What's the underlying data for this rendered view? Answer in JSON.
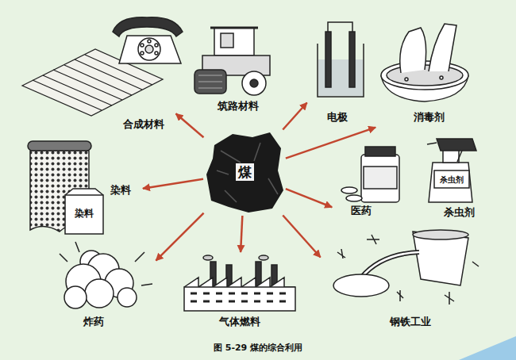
{
  "diagram": {
    "caption": "图 5-29 煤的综合利用",
    "nodes": [
      {
        "text": [
          "煤"
        ]
      },
      {
        "text": [
          "合成材料"
        ]
      },
      {
        "text": [
          "筑路材料"
        ]
      },
      {
        "text": [
          "电极"
        ]
      },
      {
        "text": [
          "消毒剂"
        ]
      },
      {
        "text": [
          "染料"
        ]
      },
      {
        "text": [
          "医药"
        ]
      },
      {
        "text": [
          "杀虫剂"
        ]
      },
      {
        "text": [
          "炸药"
        ]
      },
      {
        "text": [
          "气体燃料"
        ]
      },
      {
        "text": [
          "钢铁工业"
        ]
      }
    ],
    "edges": [
      {
        "from": 0,
        "to": 1,
        "arrow": "to"
      },
      {
        "from": 0,
        "to": 3,
        "arrow": "to"
      },
      {
        "from": 0,
        "to": 4,
        "arrow": "to"
      },
      {
        "from": 0,
        "to": 5,
        "arrow": "to"
      },
      {
        "from": 0,
        "to": 6,
        "arrow": "to"
      },
      {
        "from": 0,
        "to": 8,
        "arrow": "to"
      },
      {
        "from": 0,
        "to": 9,
        "arrow": "to"
      },
      {
        "from": 0,
        "to": 10,
        "arrow": "to"
      }
    ],
    "labels": [
      "染料",
      "杀虫剂"
    ]
  }
}
